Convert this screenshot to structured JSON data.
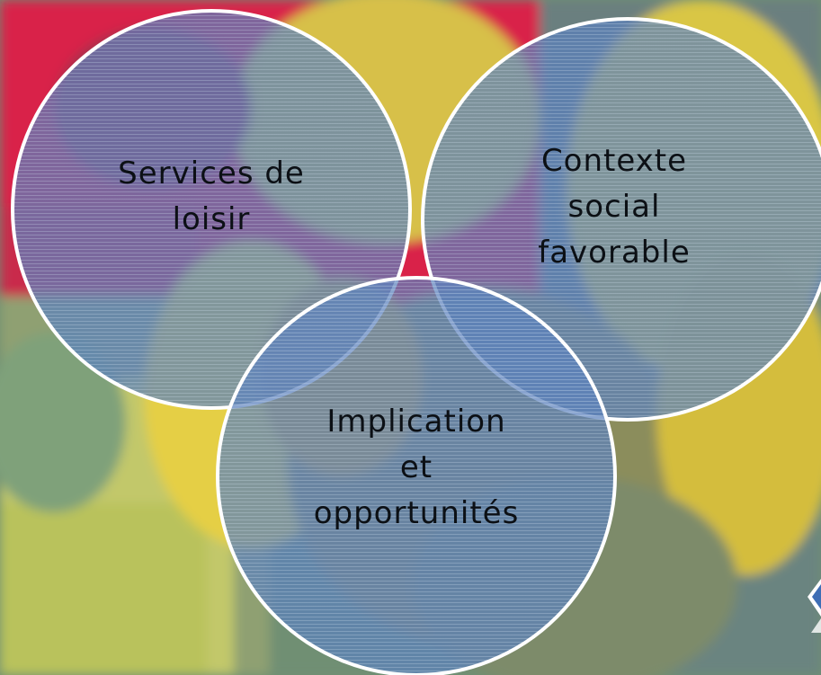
{
  "diagram": {
    "circles": [
      {
        "label": "Services de\nloisir"
      },
      {
        "label": "Contexte\nsocial\nfavorable"
      },
      {
        "label": "Implication\net\nopportunités"
      }
    ]
  },
  "colors": {
    "circle_fill": "#5c81bc",
    "circle_border": "#ffffff",
    "label_text": "#0c1015",
    "background_red": "#d9204a",
    "background_yellow": "#e3c83a",
    "background_green": "#6f8f73"
  },
  "icons": {
    "logo": "corner-logo-icon"
  }
}
